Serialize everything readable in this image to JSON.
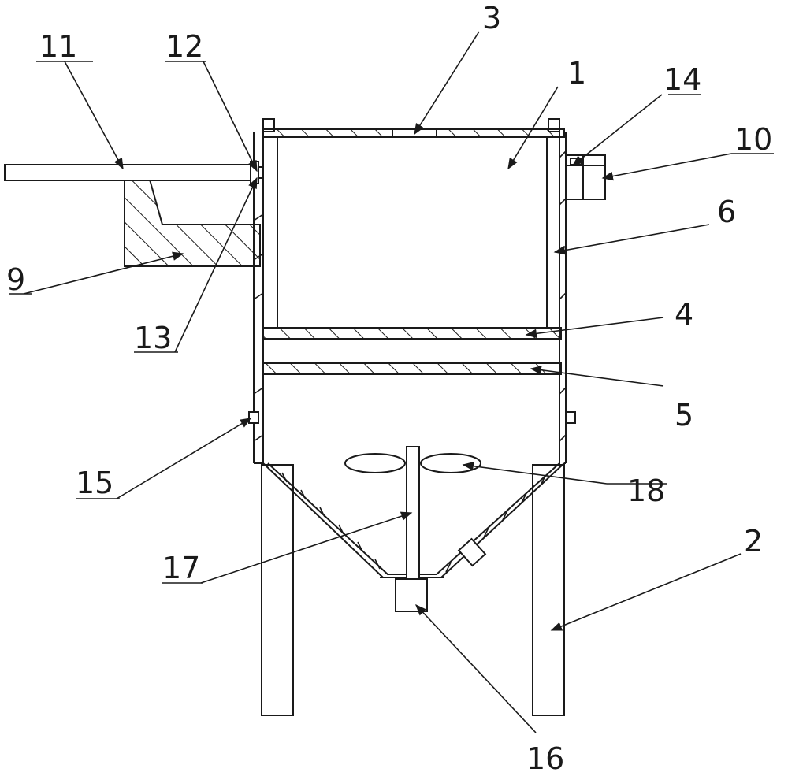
{
  "labels": {
    "l1": "1",
    "l2": "2",
    "l3": "3",
    "l4": "4",
    "l5": "5",
    "l6": "6",
    "l9": "9",
    "l10": "10",
    "l11": "11",
    "l12": "12",
    "l13": "13",
    "l14": "14",
    "l15": "15",
    "l16": "16",
    "l17": "17",
    "l18": "18"
  },
  "colors": {
    "ink": "#1a1a1a",
    "background": "#ffffff"
  }
}
